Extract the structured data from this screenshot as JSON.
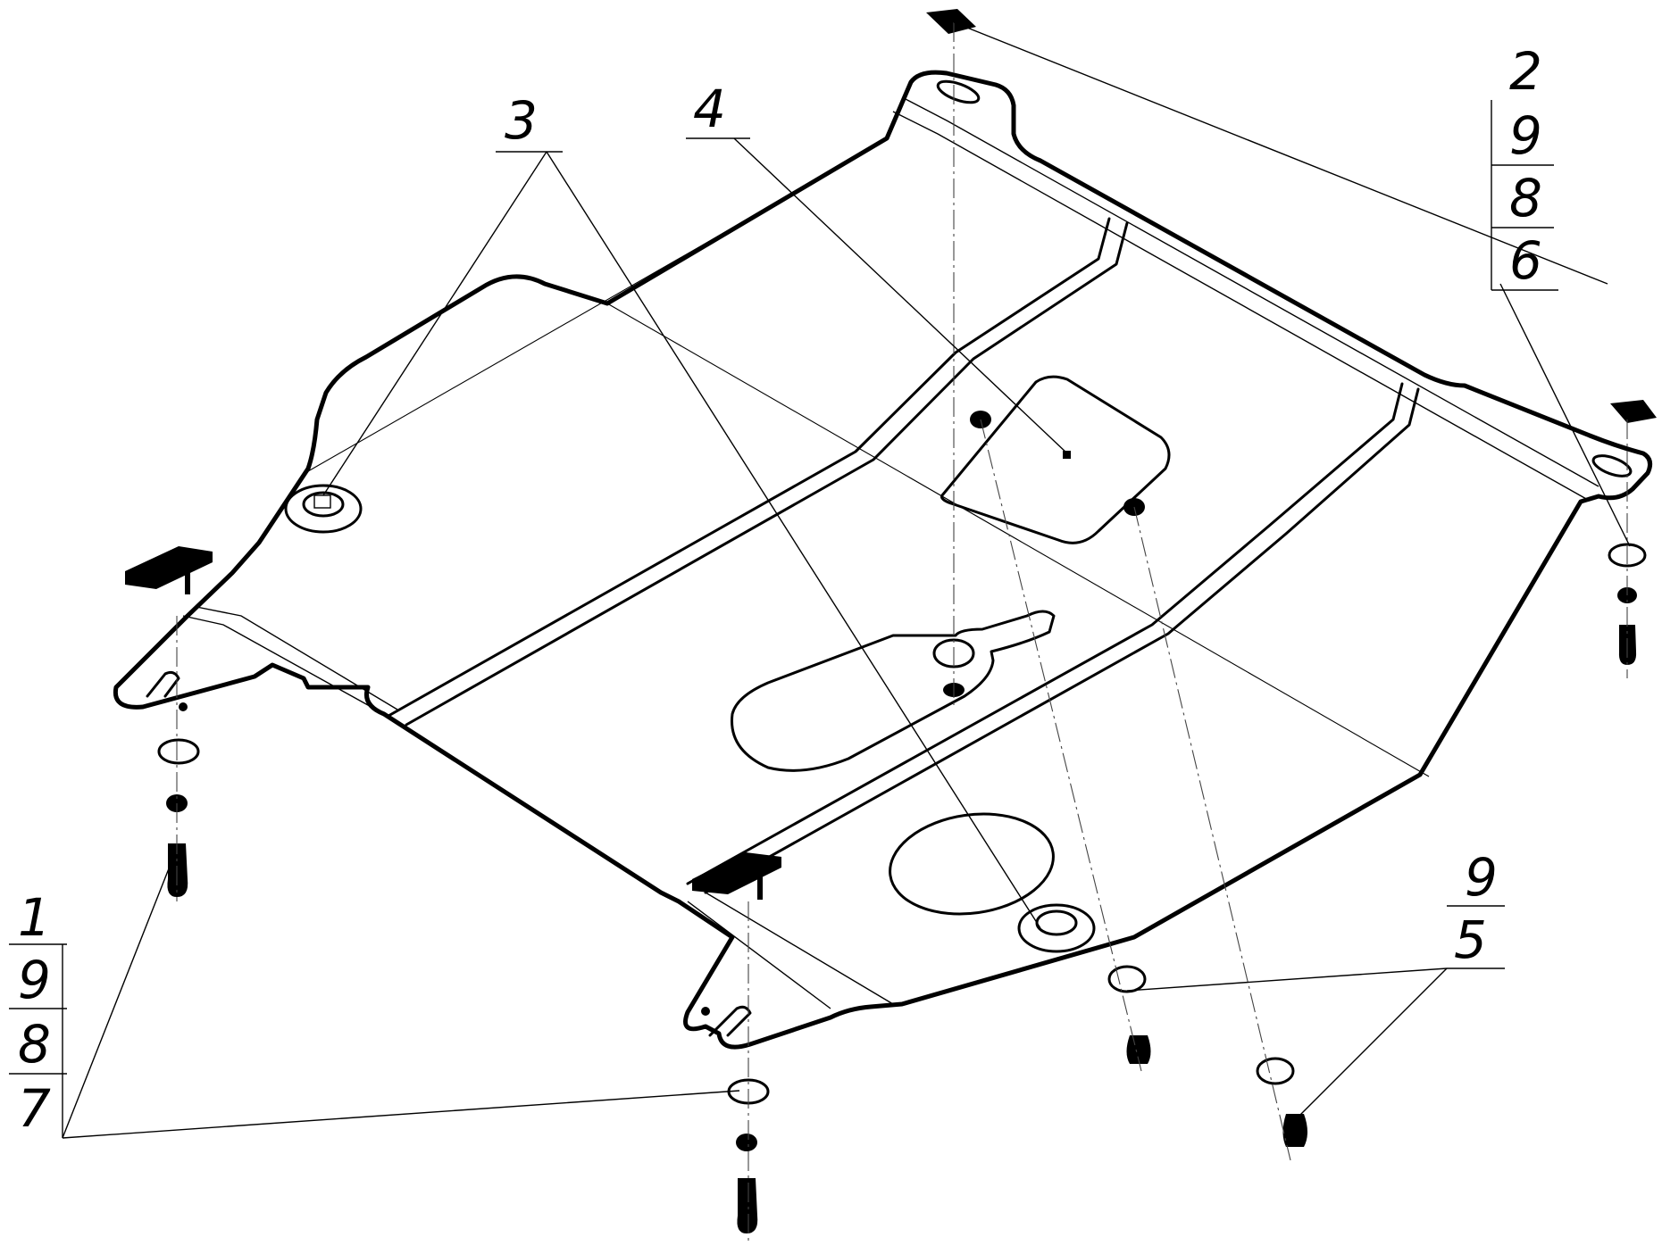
{
  "callouts": {
    "top_center_left": "3",
    "top_center": "4",
    "top_right": [
      "2",
      "9",
      "8",
      "6"
    ],
    "bottom_left": [
      "1",
      "9",
      "8",
      "7"
    ],
    "bottom_right": [
      "9",
      "5"
    ]
  }
}
